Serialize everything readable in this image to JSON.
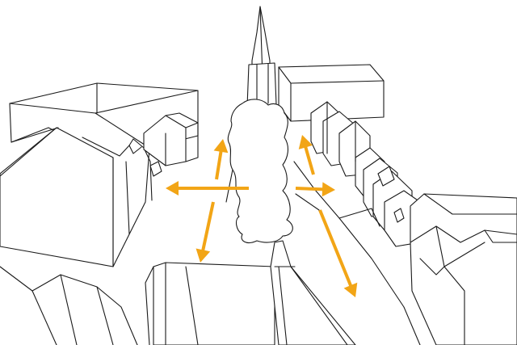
{
  "colors": {
    "background": "#ffffff",
    "outline": "#1a1a1a",
    "arrow": "#f2a516"
  },
  "arrows": [
    {
      "name": "arrow-left",
      "direction": "left"
    },
    {
      "name": "arrow-up-left",
      "direction": "up"
    },
    {
      "name": "arrow-down-left",
      "direction": "down"
    },
    {
      "name": "arrow-up-right",
      "direction": "up"
    },
    {
      "name": "arrow-right",
      "direction": "right"
    },
    {
      "name": "arrow-down-right",
      "direction": "down"
    }
  ]
}
